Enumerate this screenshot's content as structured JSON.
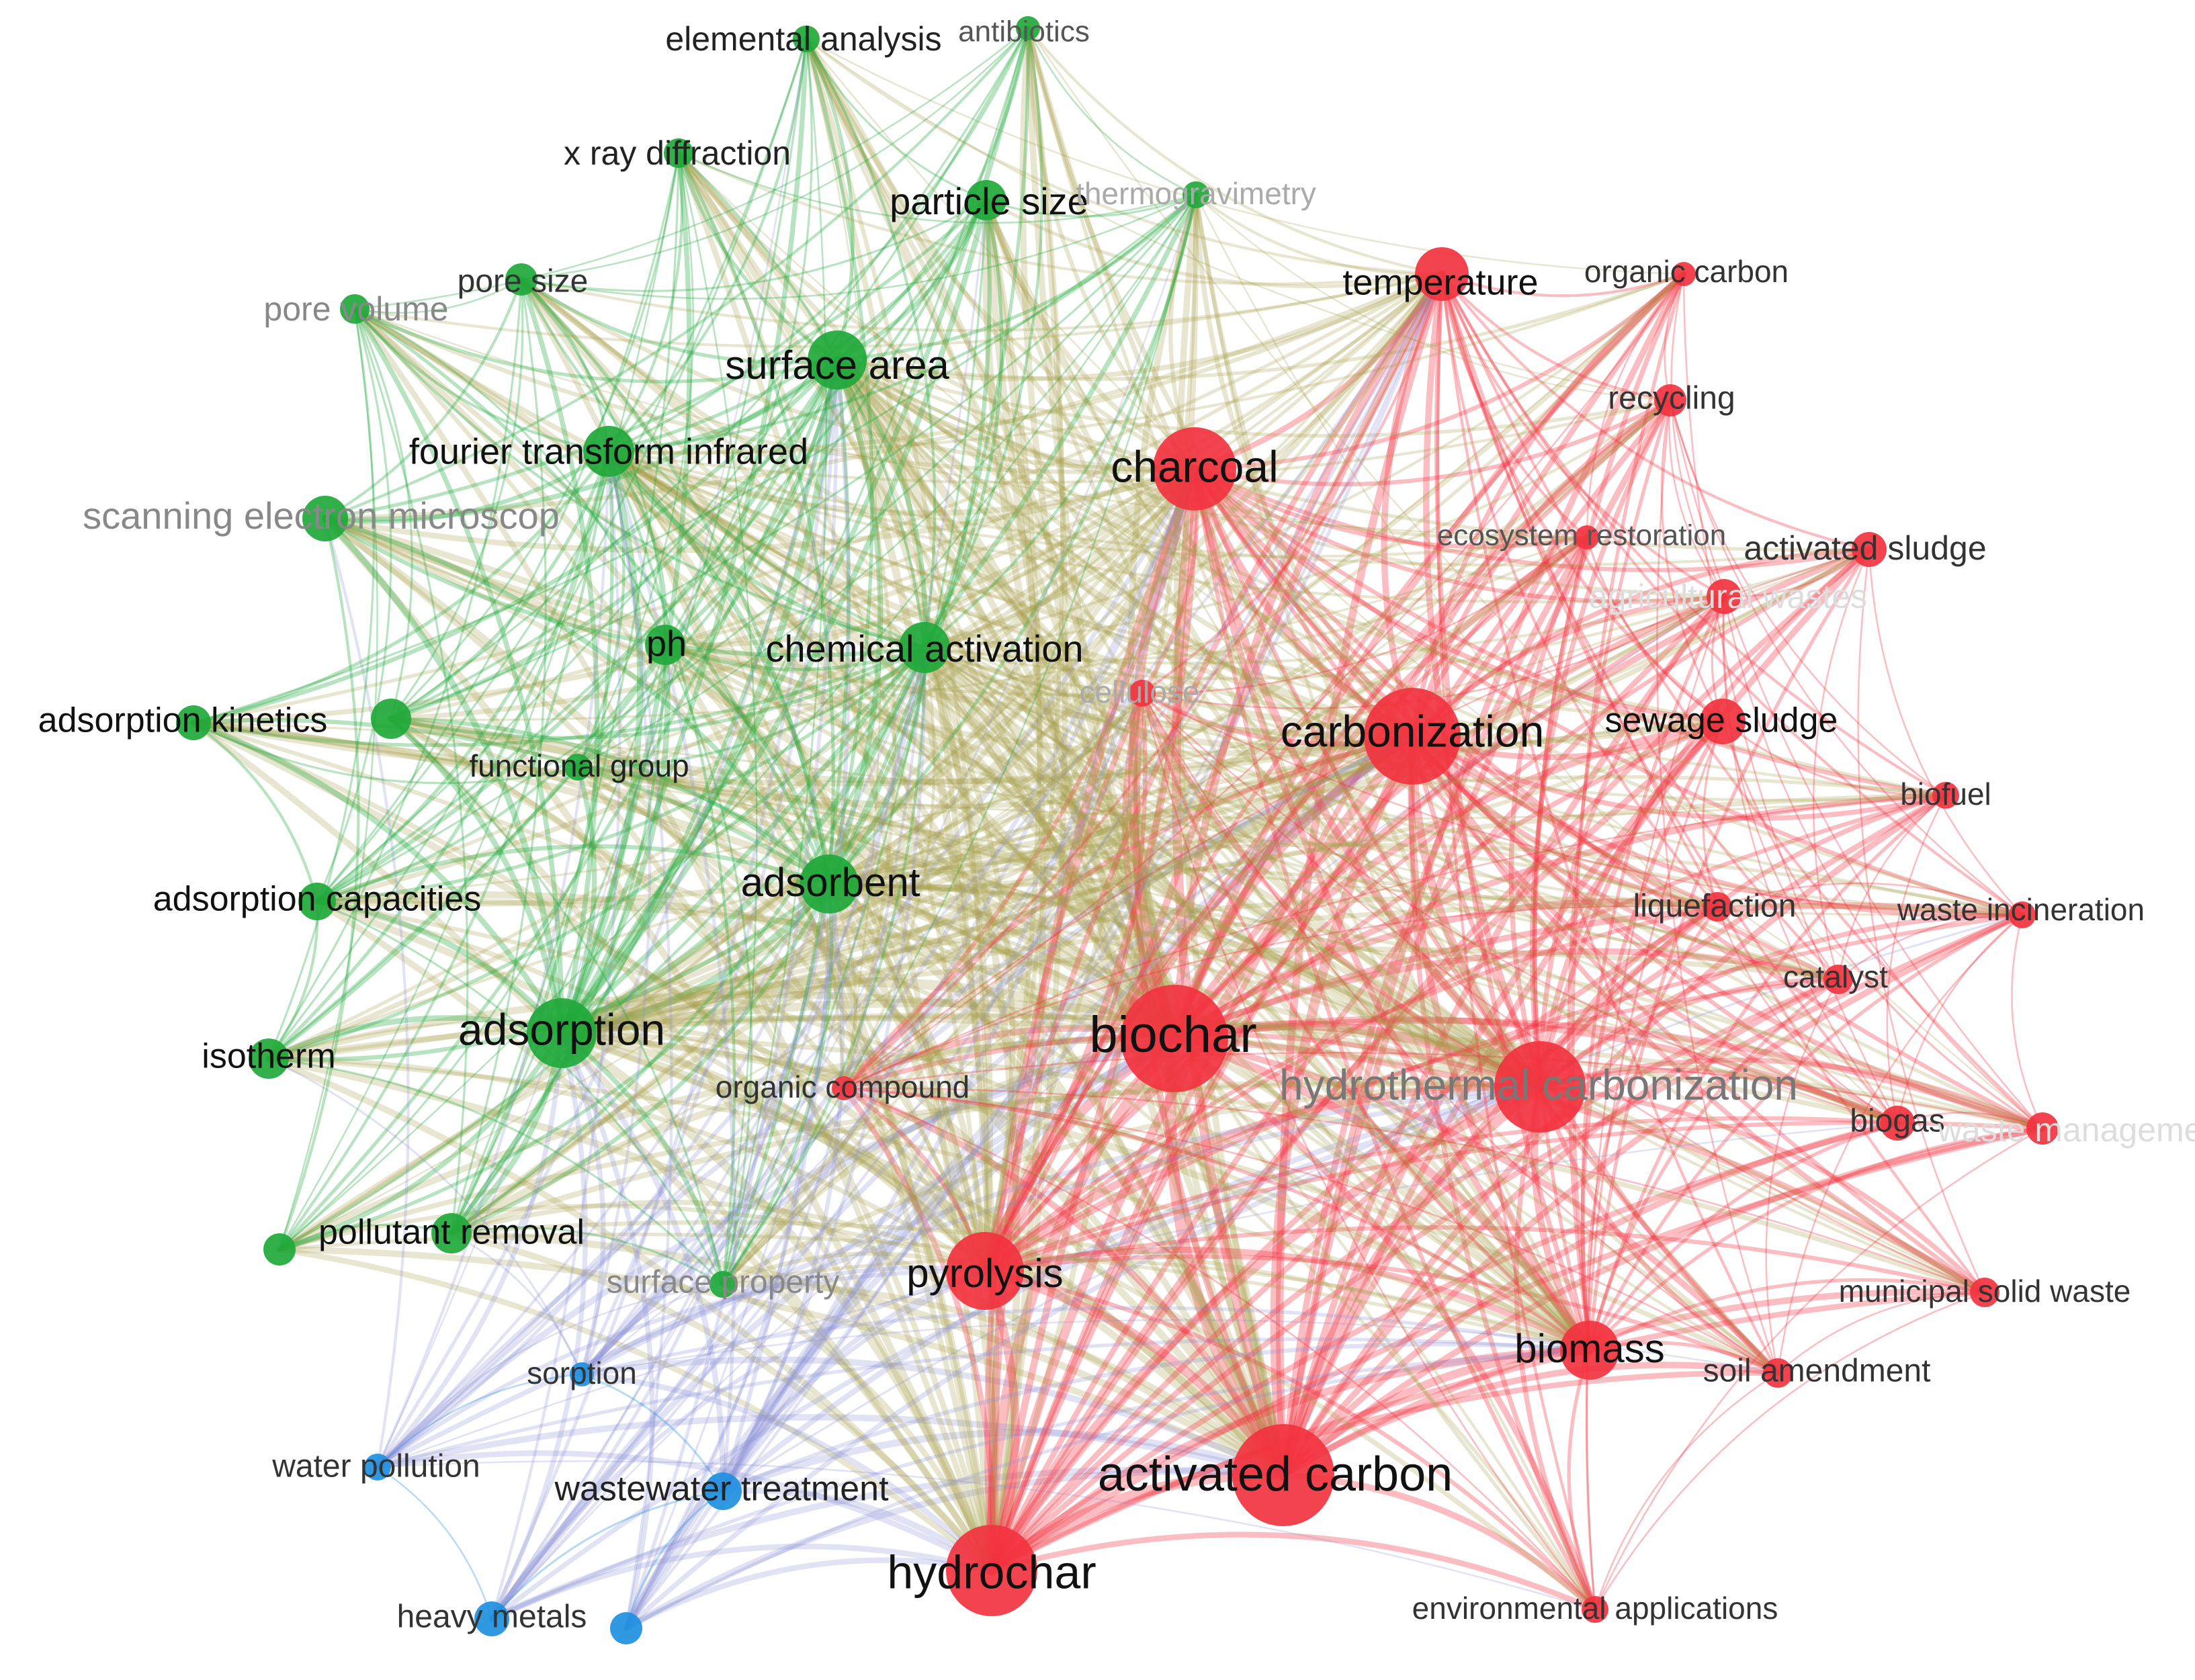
{
  "clusters": [
    {
      "id": "green",
      "color": "#1fa83a"
    },
    {
      "id": "red",
      "color": "#f2333f"
    },
    {
      "id": "blue",
      "color": "#1f8fe0"
    }
  ],
  "nodes": [
    {
      "id": "elemental-analysis",
      "label": "elemental analysis",
      "cluster": "green",
      "weight": 1,
      "label_color": "#222222"
    },
    {
      "id": "antibiotics",
      "label": "antibiotics",
      "cluster": "green",
      "weight": 1,
      "label_color": "#555555"
    },
    {
      "id": "x-ray-diffraction",
      "label": "x ray diffraction",
      "cluster": "green",
      "weight": 1,
      "label_color": "#222222"
    },
    {
      "id": "particle-size",
      "label": "particle size",
      "cluster": "green",
      "weight": 2,
      "label_color": "#111111"
    },
    {
      "id": "thermogravimetry",
      "label": "thermogravimetry",
      "cluster": "green",
      "weight": 1,
      "label_color": "#aaaaaa"
    },
    {
      "id": "pore-size",
      "label": "pore size",
      "cluster": "green",
      "weight": 1,
      "label_color": "#333333"
    },
    {
      "id": "pore-volume",
      "label": "pore volume",
      "cluster": "green",
      "weight": 1,
      "label_color": "#888888"
    },
    {
      "id": "surface-area",
      "label": "surface area",
      "cluster": "green",
      "weight": 4,
      "label_color": "#111111"
    },
    {
      "id": "fourier-transform-infrared",
      "label": "fourier transform infrared",
      "cluster": "green",
      "weight": 3,
      "label_color": "#111111"
    },
    {
      "id": "scanning-electron-microscop",
      "label": "scanning electron microscop",
      "cluster": "green",
      "weight": 3,
      "label_color": "#888888"
    },
    {
      "id": "ph",
      "label": "ph",
      "cluster": "green",
      "weight": 2,
      "label_color": "#111111"
    },
    {
      "id": "chemical-activation",
      "label": "chemical activation",
      "cluster": "green",
      "weight": 3,
      "label_color": "#111111"
    },
    {
      "id": "adsorption-kinetics",
      "label": "adsorption kinetics",
      "cluster": "green",
      "weight": 2,
      "label_color": "#111111"
    },
    {
      "id": "adsorption-kinetics-dot",
      "label": "",
      "cluster": "green",
      "weight": 2,
      "label_color": "#111111"
    },
    {
      "id": "functional-group",
      "label": "functional group",
      "cluster": "green",
      "weight": 1,
      "label_color": "#222222"
    },
    {
      "id": "adsorbent",
      "label": "adsorbent",
      "cluster": "green",
      "weight": 4,
      "label_color": "#111111"
    },
    {
      "id": "adsorption-capacities",
      "label": "adsorption capacities",
      "cluster": "green",
      "weight": 2,
      "label_color": "#111111"
    },
    {
      "id": "adsorption",
      "label": "adsorption",
      "cluster": "green",
      "weight": 6,
      "label_color": "#111111"
    },
    {
      "id": "isotherm",
      "label": "isotherm",
      "cluster": "green",
      "weight": 2,
      "label_color": "#111111"
    },
    {
      "id": "pollutant-removal",
      "label": "pollutant removal",
      "cluster": "green",
      "weight": 2,
      "label_color": "#111111"
    },
    {
      "id": "pollutant-removal-dot",
      "label": "",
      "cluster": "green",
      "weight": 1,
      "label_color": "#111111"
    },
    {
      "id": "surface-property",
      "label": "surface property",
      "cluster": "green",
      "weight": 1,
      "label_color": "#888888"
    },
    {
      "id": "temperature",
      "label": "temperature",
      "cluster": "red",
      "weight": 3,
      "label_color": "#111111"
    },
    {
      "id": "organic-carbon",
      "label": "organic carbon",
      "cluster": "red",
      "weight": 1,
      "label_color": "#333333"
    },
    {
      "id": "recycling",
      "label": "recycling",
      "cluster": "red",
      "weight": 1,
      "label_color": "#333333"
    },
    {
      "id": "charcoal",
      "label": "charcoal",
      "cluster": "red",
      "weight": 5,
      "label_color": "#111111"
    },
    {
      "id": "ecosystem-restoration",
      "label": "ecosystem restoration",
      "cluster": "red",
      "weight": 1,
      "label_color": "#555555"
    },
    {
      "id": "activated-sludge",
      "label": "activated sludge",
      "cluster": "red",
      "weight": 1,
      "label_color": "#333333"
    },
    {
      "id": "agricultural-wastes",
      "label": "agricultural wastes",
      "cluster": "red",
      "weight": 1,
      "label_color": "#dddddd"
    },
    {
      "id": "cellulose",
      "label": "cellulose",
      "cluster": "red",
      "weight": 1,
      "label_color": "#aaaaaa"
    },
    {
      "id": "carbonization",
      "label": "carbonization",
      "cluster": "red",
      "weight": 6,
      "label_color": "#111111"
    },
    {
      "id": "sewage-sludge",
      "label": "sewage sludge",
      "cluster": "red",
      "weight": 2,
      "label_color": "#111111"
    },
    {
      "id": "biofuel",
      "label": "biofuel",
      "cluster": "red",
      "weight": 1,
      "label_color": "#333333"
    },
    {
      "id": "liquefaction",
      "label": "liquefaction",
      "cluster": "red",
      "weight": 1,
      "label_color": "#333333"
    },
    {
      "id": "waste-incineration",
      "label": "waste incineration",
      "cluster": "red",
      "weight": 1,
      "label_color": "#333333"
    },
    {
      "id": "catalyst",
      "label": "catalyst",
      "cluster": "red",
      "weight": 1,
      "label_color": "#333333"
    },
    {
      "id": "biochar",
      "label": "biochar",
      "cluster": "red",
      "weight": 8,
      "label_color": "#111111"
    },
    {
      "id": "hydrothermal-carbonization",
      "label": "hydrothermal carbonization",
      "cluster": "red",
      "weight": 6,
      "label_color": "#777777"
    },
    {
      "id": "organic-compound",
      "label": "organic compound",
      "cluster": "red",
      "weight": 1,
      "label_color": "#333333"
    },
    {
      "id": "biogas",
      "label": "biogas",
      "cluster": "red",
      "weight": 1,
      "label_color": "#333333"
    },
    {
      "id": "waste-management",
      "label": "waste management",
      "cluster": "red",
      "weight": 1,
      "label_color": "#dddddd"
    },
    {
      "id": "pyrolysis",
      "label": "pyrolysis",
      "cluster": "red",
      "weight": 5,
      "label_color": "#111111"
    },
    {
      "id": "municipal-solid-waste",
      "label": "municipal solid waste",
      "cluster": "red",
      "weight": 1,
      "label_color": "#333333"
    },
    {
      "id": "biomass",
      "label": "biomass",
      "cluster": "red",
      "weight": 4,
      "label_color": "#111111"
    },
    {
      "id": "soil-amendment",
      "label": "soil amendment",
      "cluster": "red",
      "weight": 1,
      "label_color": "#333333"
    },
    {
      "id": "activated-carbon",
      "label": "activated carbon",
      "cluster": "red",
      "weight": 8,
      "label_color": "#111111"
    },
    {
      "id": "hydrochar",
      "label": "hydrochar",
      "cluster": "red",
      "weight": 7,
      "label_color": "#111111"
    },
    {
      "id": "environmental-applications",
      "label": "environmental applications",
      "cluster": "red",
      "weight": 1,
      "label_color": "#333333"
    },
    {
      "id": "sorption",
      "label": "sorption",
      "cluster": "blue",
      "weight": 1,
      "label_color": "#333333"
    },
    {
      "id": "water-pollution",
      "label": "water pollution",
      "cluster": "blue",
      "weight": 1,
      "label_color": "#333333"
    },
    {
      "id": "wastewater-treatment",
      "label": "wastewater treatment",
      "cluster": "blue",
      "weight": 2,
      "label_color": "#222222"
    },
    {
      "id": "heavy-metals",
      "label": "heavy metals",
      "cluster": "blue",
      "weight": 1,
      "label_color": "#333333"
    },
    {
      "id": "heavy-metals-dot",
      "label": "",
      "cluster": "blue",
      "weight": 1,
      "label_color": "#333333"
    }
  ]
}
